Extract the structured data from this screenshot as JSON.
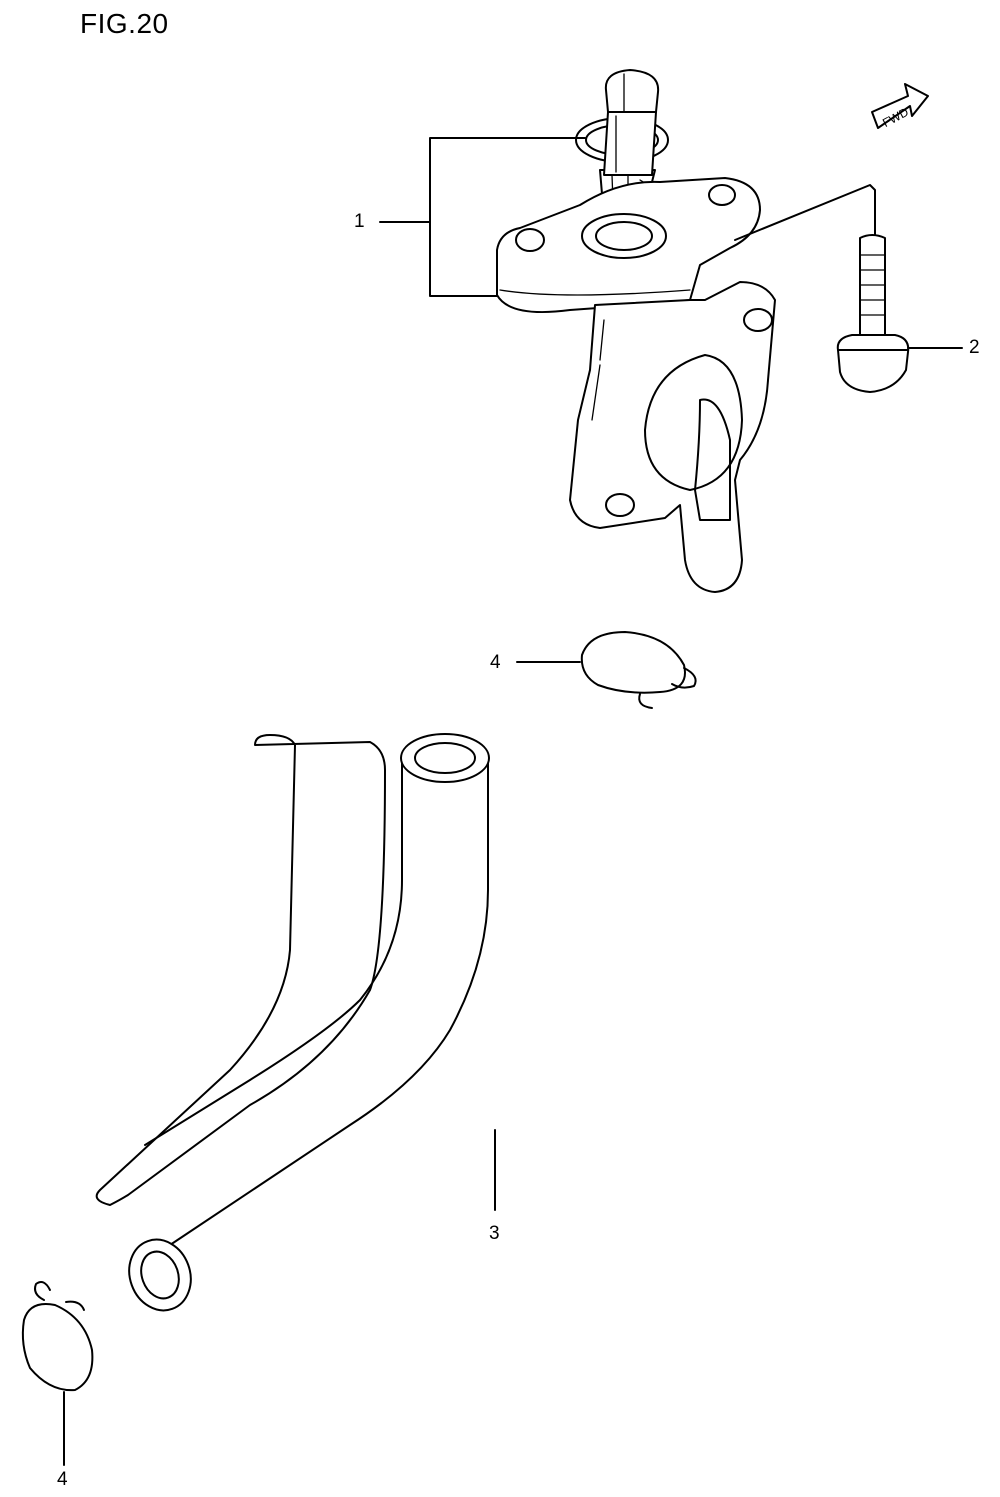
{
  "figure": {
    "title": "FIG.20"
  },
  "fwd_label": "FWD",
  "callouts": [
    {
      "id": "1",
      "label": "1"
    },
    {
      "id": "2",
      "label": "2"
    },
    {
      "id": "3",
      "label": "3"
    },
    {
      "id": "4a",
      "label": "4"
    },
    {
      "id": "4b",
      "label": "4"
    }
  ]
}
